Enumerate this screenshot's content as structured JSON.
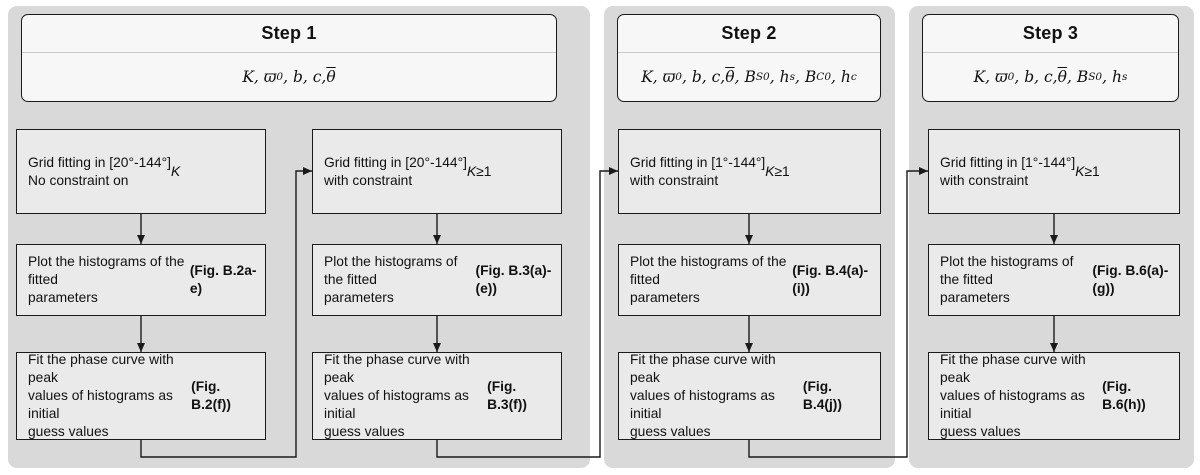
{
  "colors": {
    "panel_bg": "#d9d9d9",
    "box_bg": "#eaeaea",
    "header_bg": "#f7f7f7",
    "line": "#1a1a1a"
  },
  "panels": [
    {
      "title": "Step 1",
      "params_html": "K, ϖ<sub>0</sub>, b, c, <span class='ov'>θ</span>",
      "columns": [
        {
          "boxes": [
            "Grid fitting in [20°-144°]<br>No constraint on <i>K</i>",
            "Plot the histograms of the fitted<br>parameters <b>(Fig. B.2a-e)</b>",
            "Fit the phase curve with peak<br>values of histograms as initial<br>guess values <b>(Fig. B.2(f))</b>"
          ]
        },
        {
          "boxes": [
            "Grid fitting in [20°-144°]<br>with constraint <i>K</i>≥1",
            "Plot the histograms of the fitted<br>parameters <b>(Fig. B.3(a)-(e))</b>",
            "Fit the phase curve with peak<br>values of histograms as initial<br>guess values <b>(Fig. B.3(f))</b>"
          ]
        }
      ]
    },
    {
      "title": "Step 2",
      "params_html": "K, ϖ<sub>0</sub>, b, c, <span class='ov'>θ</span>, B<sub>S0</sub>, h<sub>s</sub>, B<sub>C0</sub>, h<sub>c</sub>",
      "columns": [
        {
          "boxes": [
            "Grid fitting in [1°-144°]<br>with constraint <i>K</i>≥1",
            "Plot the histograms of the fitted<br>parameters <b>(Fig. B.4(a)-(i))</b>",
            "Fit the phase curve with peak<br>values of histograms as initial<br>guess values <b>(Fig. B.4(j))</b>"
          ]
        }
      ]
    },
    {
      "title": "Step 3",
      "params_html": "K, ϖ<sub>0</sub>, b, c, <span class='ov'>θ</span>, B<sub>S0</sub>, h<sub>s</sub>",
      "columns": [
        {
          "boxes": [
            "Grid fitting in [1°-144°]<br>with constraint <i>K</i>≥1",
            "Plot the histograms of the fitted<br>parameters <b>(Fig. B.6(a)-(g))</b>",
            "Fit the phase curve with peak<br>values of histograms as initial<br>guess values <b>(Fig. B.6(h))</b>"
          ]
        }
      ]
    }
  ]
}
